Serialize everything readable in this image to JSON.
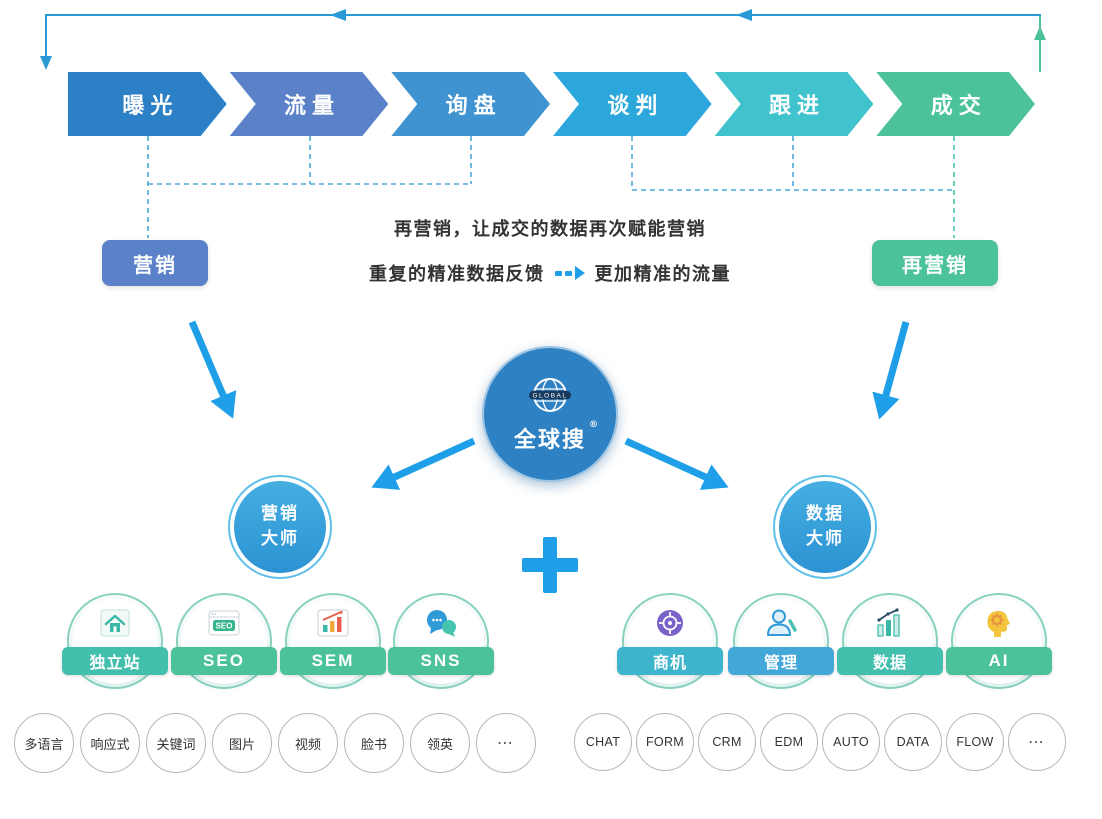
{
  "funnel": {
    "steps": [
      {
        "label": "曝光",
        "color": "#2b80c6",
        "name": "exposure"
      },
      {
        "label": "流量",
        "color": "#5b82c8",
        "name": "traffic"
      },
      {
        "label": "询盘",
        "color": "#3e93d0",
        "name": "inquiry"
      },
      {
        "label": "谈判",
        "color": "#2ba7db",
        "name": "negotiation"
      },
      {
        "label": "跟进",
        "color": "#41c3cd",
        "name": "follow-up"
      },
      {
        "label": "成交",
        "color": "#4cc29b",
        "name": "deal"
      }
    ]
  },
  "tags": {
    "marketing": "营销",
    "remarketing": "再营销"
  },
  "center_text": {
    "line1": "再营销，让成交的数据再次赋能营销",
    "line2_left": "重复的精准数据反馈",
    "line2_right": "更加精准的流量"
  },
  "logo": {
    "name": "全球搜",
    "reg": "®",
    "banner": "GLOBAL"
  },
  "masters": {
    "left": {
      "line1": "营销",
      "line2": "大师"
    },
    "right": {
      "line1": "数据",
      "line2": "大师"
    }
  },
  "features": {
    "left": [
      {
        "label": "独立站",
        "icon": "home-icon",
        "band_color": "#43bfae"
      },
      {
        "label": "SEO",
        "icon": "seo-badge-icon",
        "band_color": "#4cc29b"
      },
      {
        "label": "SEM",
        "icon": "sem-chart-icon",
        "band_color": "#4cc29b"
      },
      {
        "label": "SNS",
        "icon": "sns-chat-icon",
        "band_color": "#4cc29b"
      }
    ],
    "right": [
      {
        "label": "商机",
        "icon": "target-icon",
        "band_color": "#3fb5cd"
      },
      {
        "label": "管理",
        "icon": "person-icon",
        "band_color": "#43a7d8"
      },
      {
        "label": "数据",
        "icon": "bar-chart-icon",
        "band_color": "#43bfae"
      },
      {
        "label": "AI",
        "icon": "ai-head-icon",
        "band_color": "#4cc29b"
      }
    ]
  },
  "chips": {
    "left": [
      "多语言",
      "响应式",
      "关键词",
      "图片",
      "视频",
      "脸书",
      "领英",
      "⋯"
    ],
    "right": [
      "CHAT",
      "FORM",
      "CRM",
      "EDM",
      "AUTO",
      "DATA",
      "FLOW",
      "⋯"
    ]
  },
  "colors": {
    "loop_blue": "#2a9ad6",
    "loop_green": "#4cc29b",
    "dashed_blue": "#4aa9da",
    "dashed_teal": "#45c4af",
    "thick_arrow_blue": "#1f9fe8",
    "plus_blue": "#1f9fe8"
  }
}
